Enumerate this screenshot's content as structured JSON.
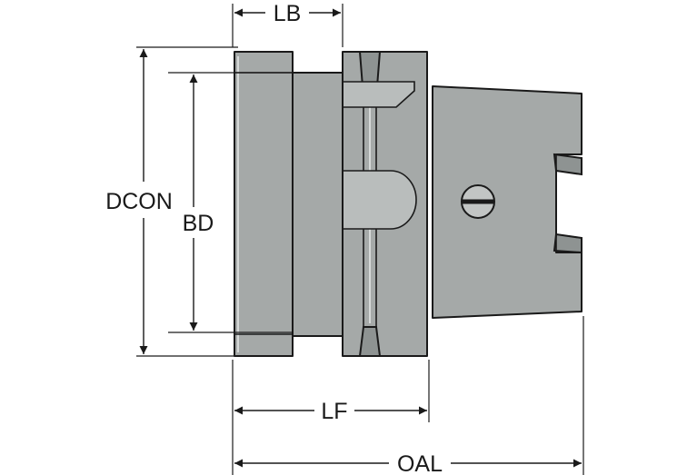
{
  "dimensions": {
    "lb": "LB",
    "dcon": "DCON",
    "bd": "BD",
    "lf": "LF",
    "oal": "OAL"
  }
}
